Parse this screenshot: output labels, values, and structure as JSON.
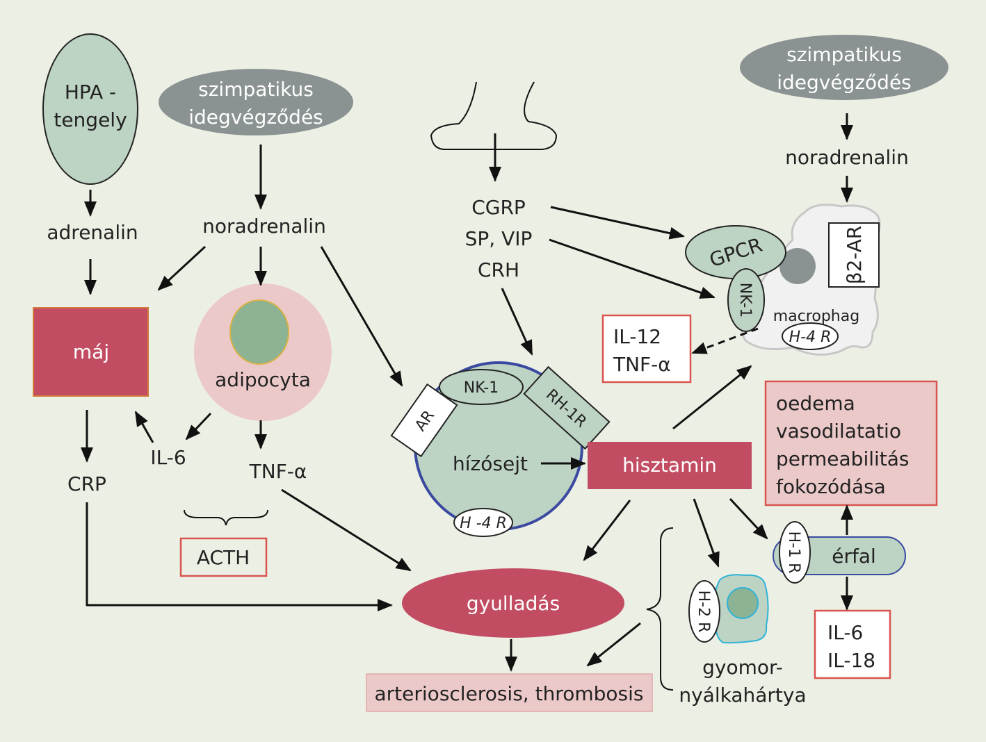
{
  "colors": {
    "background": "#ecf0e4",
    "dark_red": "#c24d63",
    "grey_green": "#bdd3c4",
    "cell_green": "#8cb394",
    "ellipse_grey": "#8b9292",
    "pink": "#ecc9c9",
    "red_border": "#d9534f",
    "blue_border": "#3b4aa0",
    "cyan": "#2fb3d8"
  },
  "nodes": {
    "hpa": "HPA -\ntengely",
    "symp_left": "szimpatikus\nidegvégződés",
    "symp_right": "szimpatikus\nidegvégződés",
    "adrenalin": "adrenalin",
    "noradrenalin_left": "noradrenalin",
    "noradrenalin_right": "noradrenalin",
    "maj": "máj",
    "adipocyta": "adipocyta",
    "il6_left": "IL-6",
    "tnf_left": "TNF-α",
    "crp": "CRP",
    "acth": "ACTH",
    "cgrp": "CGRP",
    "sp_vip": "SP, VIP",
    "crh": "CRH",
    "hizosejt": "hízósejt",
    "nk1_mast": "NK-1",
    "rh1r": "RH-1R",
    "ar": "AR",
    "h4r_mast": "H -4 R",
    "hisztamin": "hisztamin",
    "gyulladas": "gyulladás",
    "arterio": "arteriosclerosis, thrombosis",
    "gpcr": "GPCR",
    "nk1_macro": "NK-1",
    "b2ar": "β2-AR",
    "macrophag": "macrophag",
    "h4r_macro": "H-4 R",
    "il12_tnf": "IL-12\nTNF-α",
    "effects": "oedema\nvasodilatatio\npermeabilitás\nfokozódása",
    "h1r": "H-1 R",
    "erfal": "érfal",
    "il6_il18": "IL-6\nIL-18",
    "h2r": "H-2 R",
    "gyomor": "gyomor-\nnyálkahártya"
  }
}
